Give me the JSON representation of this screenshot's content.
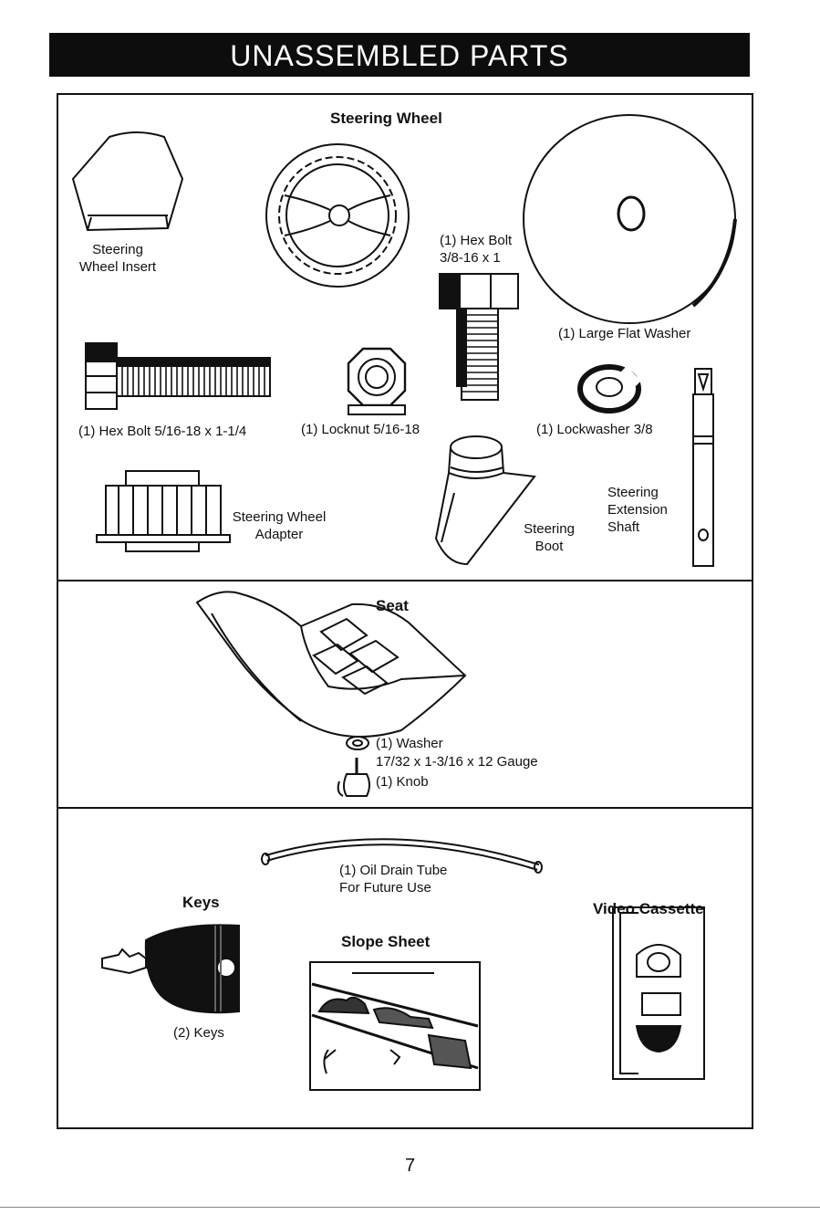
{
  "banner": {
    "title": "UNASSEMBLED PARTS"
  },
  "section1": {
    "steering_wheel_title": "Steering Wheel",
    "steering_wheel_insert": [
      "Steering",
      "Wheel Insert"
    ],
    "hex_bolt_large": [
      "(1) Hex Bolt",
      "3/8-16 x 1"
    ],
    "large_flat_washer": "(1) Large Flat Washer",
    "hex_bolt_small": "(1) Hex Bolt  5/16-18 x 1-1/4",
    "locknut": "(1) Locknut  5/16-18",
    "lockwasher": "(1) Lockwasher  3/8",
    "steering_wheel_adapter": [
      "Steering Wheel",
      "Adapter"
    ],
    "steering_boot": [
      "Steering",
      "Boot"
    ],
    "steering_extension_shaft": [
      "Steering",
      "Extension",
      "Shaft"
    ]
  },
  "section2": {
    "seat_title": "Seat",
    "washer": "(1) Washer",
    "washer_size": "17/32 x 1-3/16 x 12 Gauge",
    "knob": "(1) Knob"
  },
  "section3": {
    "oil_drain_tube": [
      "(1) Oil Drain Tube",
      "For Future Use"
    ],
    "keys_title": "Keys",
    "keys_count": "(2) Keys",
    "slope_sheet_title": "Slope Sheet",
    "video_cassette_title": "Video Cassette"
  },
  "page_number": "7"
}
